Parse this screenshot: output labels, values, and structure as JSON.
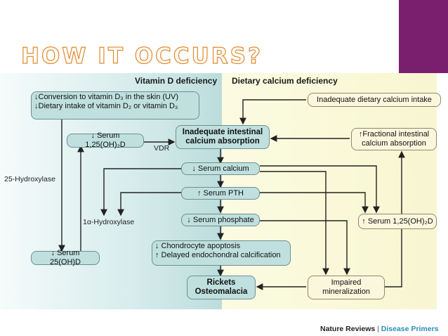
{
  "slide": {
    "title": "How it occurs?"
  },
  "figure": {
    "header_left": "Vitamin D deficiency",
    "header_right": "Dietary calcium deficiency",
    "labels": {
      "hydroxylase25": "25-Hydroxylase",
      "hydroxylase1a": "1α-Hydroxylase",
      "vdr": "VDR"
    },
    "boxes": {
      "conversion_line1": "↓Conversion to vitamin D₃ in the skin (UV)",
      "conversion_line2": "↓Dietary intake of vitamin D₂ or vitamin D₃",
      "serum_125_left": "↓ Serum 1,25(OH)₂D",
      "serum_25": "↓ Serum 25(OH)D",
      "inadequate_absorption": "Inadequate intestinal calcium absorption",
      "serum_calcium": "↓ Serum calcium",
      "serum_pth": "↑ Serum PTH",
      "serum_phosphate": "↓ Serum phosphate",
      "chondrocyte_line1": "↓ Chondrocyte apoptosis",
      "chondrocyte_line2": "↑ Delayed endochondral calcification",
      "rickets_line1": "Rickets",
      "rickets_line2": "Osteomalacia",
      "inadequate_dietary": "Inadequate dietary calcium intake",
      "fractional": "↑Fractional intestinal calcium absorption",
      "serum_125_right": "↑ Serum 1,25(OH)₂D",
      "impaired": "Impaired mineralization"
    }
  },
  "footer": {
    "brand1": "Nature Reviews",
    "separator": "|",
    "brand2": "Disease Primers"
  },
  "colors": {
    "accent_title": "#e08a2c",
    "side_bar": "#7a1f6e",
    "teal_box": "#bfe0df",
    "cream_box": "#fbf7dd"
  }
}
